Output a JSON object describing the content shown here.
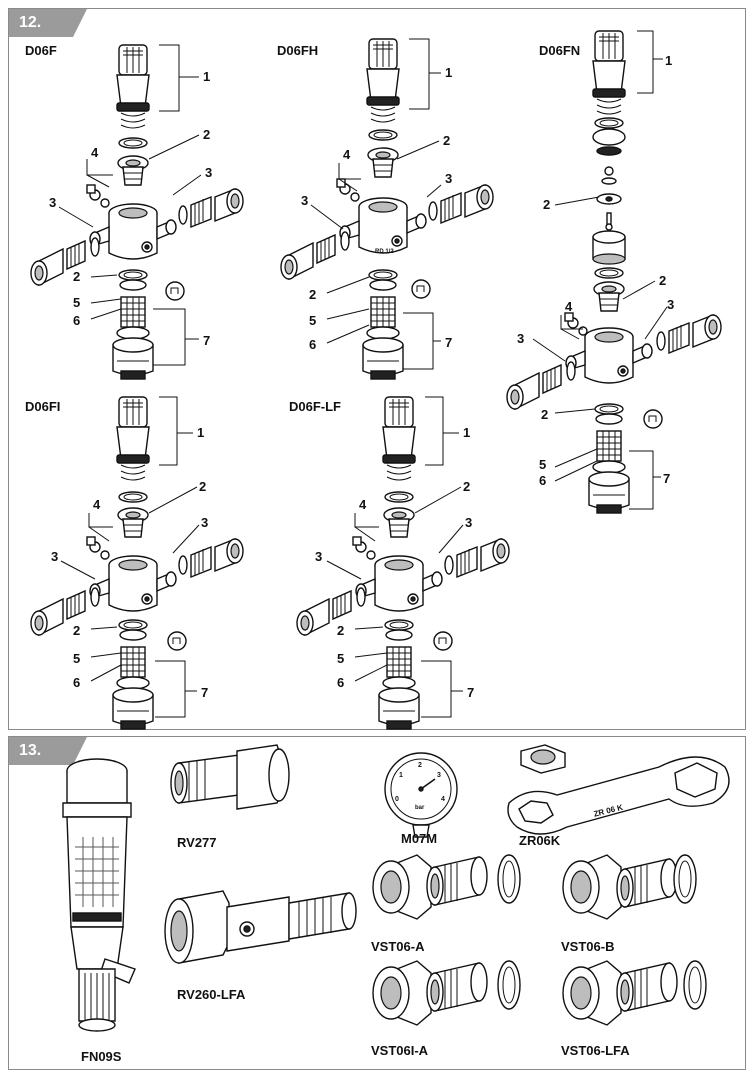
{
  "sections": [
    {
      "badge": "12."
    },
    {
      "badge": "13."
    }
  ],
  "assemblies": [
    {
      "model": "D06F",
      "callouts": [
        "1",
        "2",
        "3",
        "4",
        "3",
        "2",
        "5",
        "6",
        "7"
      ]
    },
    {
      "model": "D06FH",
      "callouts": [
        "1",
        "2",
        "4",
        "3",
        "3",
        "2",
        "5",
        "6",
        "7"
      ]
    },
    {
      "model": "D06FN",
      "callouts": [
        "1",
        "2",
        "2",
        "4",
        "3",
        "3",
        "2",
        "5",
        "6",
        "7"
      ]
    },
    {
      "model": "D06FI",
      "callouts": [
        "1",
        "2",
        "4",
        "3",
        "3",
        "2",
        "5",
        "6",
        "7"
      ]
    },
    {
      "model": "D06F-LF",
      "callouts": [
        "1",
        "2",
        "4",
        "3",
        "3",
        "2",
        "5",
        "6",
        "7"
      ]
    }
  ],
  "accessories": [
    {
      "model": "FN09S"
    },
    {
      "model": "RV277"
    },
    {
      "model": "RV260-LFA"
    },
    {
      "model": "M07M"
    },
    {
      "model": "ZR06K"
    },
    {
      "model": "VST06-A"
    },
    {
      "model": "VST06-B"
    },
    {
      "model": "VST06I-A"
    },
    {
      "model": "VST06-LFA"
    }
  ],
  "part_markings": {
    "body_mark": "RD 1/2",
    "wrench_mark": "ZR 06 K"
  },
  "gauge": {
    "scale": [
      "0",
      "1",
      "2",
      "3",
      "4"
    ],
    "unit": "bar"
  }
}
